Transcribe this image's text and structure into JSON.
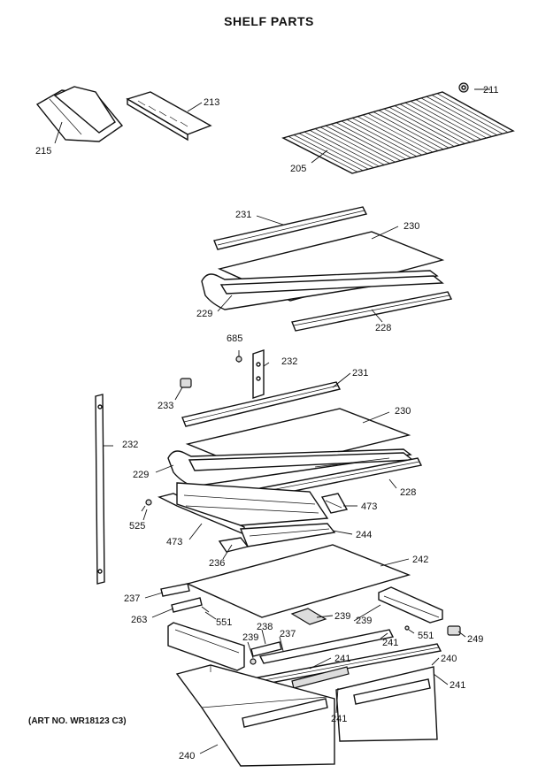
{
  "title": "SHELF PARTS",
  "art_number": "(ART NO. WR18123 C3)",
  "callouts": {
    "p211": "211",
    "p213": "213",
    "p215": "215",
    "p205": "205",
    "p231a": "231",
    "p230a": "230",
    "p229a": "229",
    "p228a": "228",
    "p685": "685",
    "p232a": "232",
    "p231b": "231",
    "p233": "233",
    "p230b": "230",
    "p232b": "232",
    "p229b": "229",
    "p228b": "228",
    "p473a": "473",
    "p525": "525",
    "p473b": "473",
    "p244": "244",
    "p236": "236",
    "p242": "242",
    "p237a": "237",
    "p263": "263",
    "p551a": "551",
    "p239a": "239",
    "p239b": "239",
    "p238": "238",
    "p237b": "237",
    "p239c": "239",
    "p241a": "241",
    "p551b": "551",
    "p249": "249",
    "p241b": "241",
    "p240a": "240",
    "p241c": "241",
    "p241d": "241",
    "p240b": "240"
  }
}
